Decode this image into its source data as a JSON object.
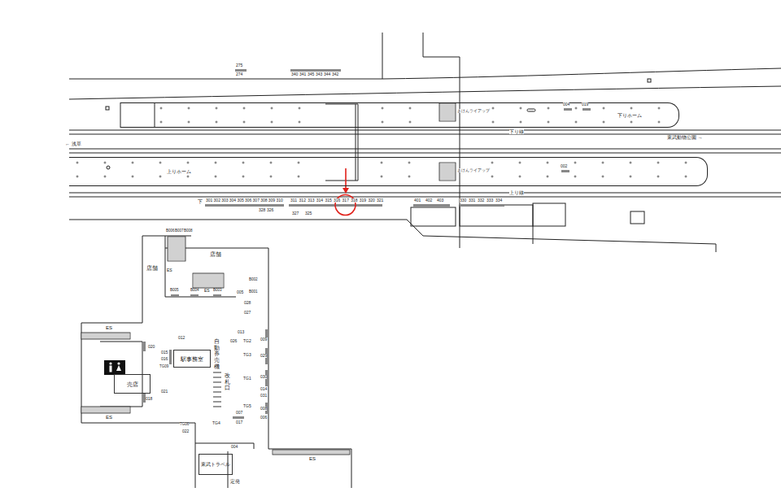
{
  "diagram": {
    "nodes": [
      {
        "text": [
          "下りホーム"
        ]
      },
      {
        "text": [
          "上りホーム"
        ]
      },
      {
        "text": [
          "駅事務室"
        ]
      },
      {
        "text": [
          "売店"
        ]
      },
      {
        "text": [
          "東武トラベル"
        ]
      }
    ],
    "labels": [
      "275",
      "274",
      "340",
      "341",
      "345",
      "343",
      "344",
      "342",
      "きけんライアップ",
      "004",
      "019",
      "下り線",
      "← 浅草",
      "東武動物公園 →",
      "きけんライアップ",
      "002",
      "上り線",
      "下",
      "301",
      "302",
      "303",
      "304",
      "305",
      "306",
      "307",
      "308",
      "309",
      "310",
      "311",
      "312",
      "313",
      "314",
      "315",
      "316",
      "317",
      "318",
      "319",
      "320",
      "321",
      "328",
      "326",
      "327",
      "325",
      "401",
      "402",
      "403",
      "330",
      "331",
      "332",
      "333",
      "334",
      "B006",
      "B007",
      "B008",
      "店舗",
      "店舗",
      "ES",
      "B005",
      "B004",
      "ES",
      "B003",
      "005",
      "B002",
      "B001",
      "028",
      "027",
      "013",
      "026",
      "009",
      "TG2",
      "029",
      "TG3",
      "TG1",
      "030",
      "014",
      "031",
      "TG5",
      "008",
      "006",
      "007",
      "017",
      "TG4",
      "TG06",
      "022",
      "012",
      "020",
      "015",
      "016",
      "TG09",
      "自動券売機",
      "改札口",
      "018",
      "021",
      "ES",
      "ES",
      "004",
      "ES",
      "定発"
    ]
  }
}
